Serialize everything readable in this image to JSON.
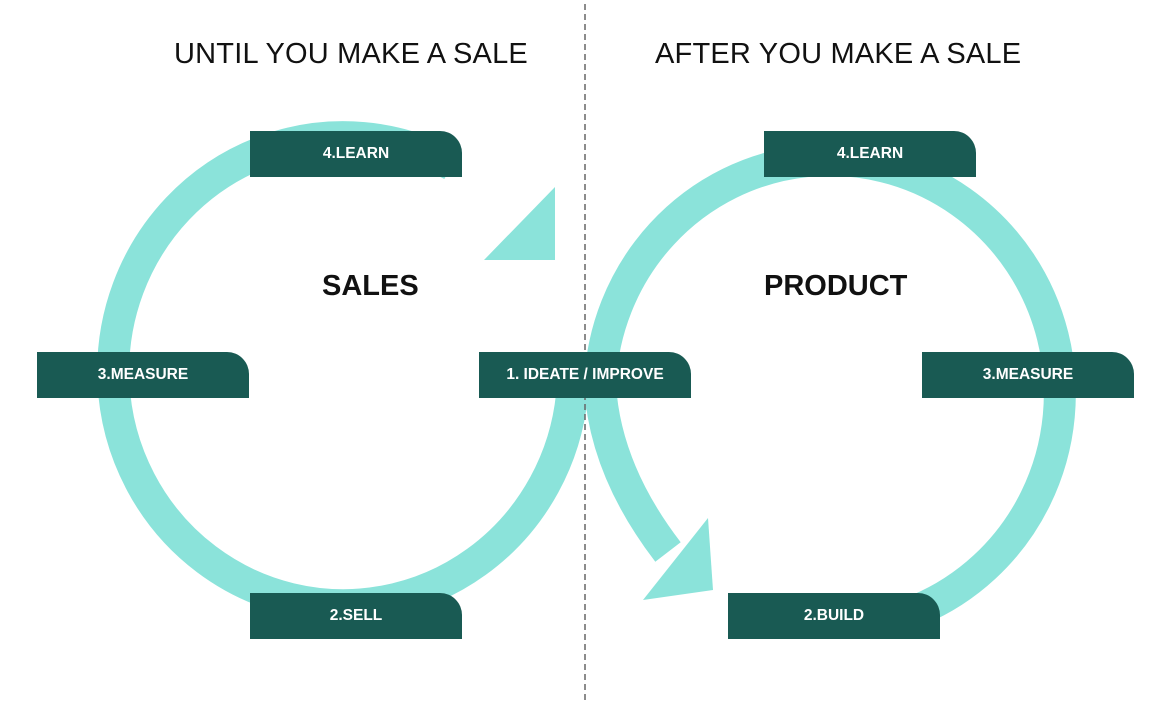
{
  "colors": {
    "loop": "#8be3da",
    "step_bg": "#195a53",
    "step_text": "#ffffff",
    "divider": "#666666"
  },
  "left": {
    "heading": "UNTIL YOU MAKE A SALE",
    "center_title": "SALES",
    "steps": {
      "learn": "4.LEARN",
      "measure": "3.MEASURE",
      "sell": "2.SELL"
    }
  },
  "shared_step": "1. IDEATE / IMPROVE",
  "right": {
    "heading": "AFTER YOU MAKE A SALE",
    "center_title": "PRODUCT",
    "steps": {
      "learn": "4.LEARN",
      "measure": "3.MEASURE",
      "build": "2.BUILD"
    }
  }
}
